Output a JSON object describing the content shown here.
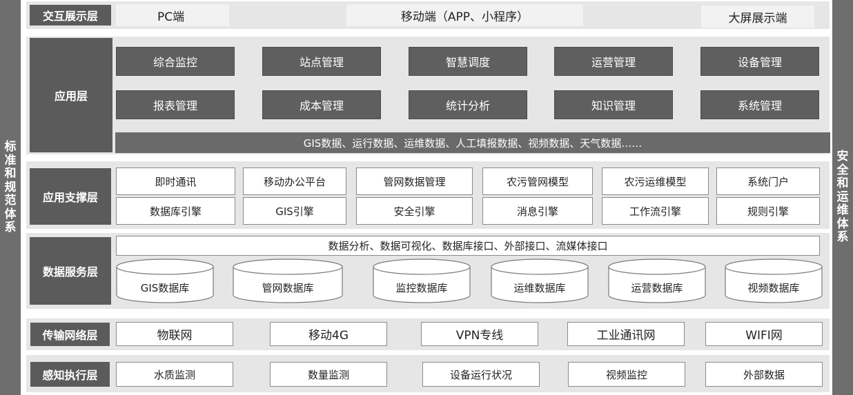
{
  "left_side": {
    "label": "标准和规范体系"
  },
  "right_side": {
    "label": "安全和运维体系"
  },
  "interaction_layer": {
    "label": "交互展示层",
    "items": [
      "PC端",
      "移动端（APP、小程序）",
      "大屏展示端"
    ]
  },
  "application_layer": {
    "label": "应用层",
    "modules_row1": [
      "综合监控",
      "站点管理",
      "智慧调度",
      "运营管理",
      "设备管理"
    ],
    "modules_row2": [
      "报表管理",
      "成本管理",
      "统计分析",
      "知识管理",
      "系统管理"
    ],
    "data_strip": "GIS数据、运行数据、运维数据、人工填报数据、视频数据、天气数据……"
  },
  "support_layer": {
    "label": "应用支撑层",
    "row1": [
      "即时通讯",
      "移动办公平台",
      "管网数据管理",
      "农污管网模型",
      "农污运维模型",
      "系统门户"
    ],
    "row2": [
      "数据库引擎",
      "GIS引擎",
      "安全引擎",
      "消息引擎",
      "工作流引擎",
      "规则引擎"
    ]
  },
  "data_service_layer": {
    "label": "数据服务层",
    "interfaces": "数据分析、数据可视化、数据库接口、外部接口、流媒体接口",
    "databases": [
      "GIS数据库",
      "管网数据库",
      "监控数据库",
      "运维数据库",
      "运营数据库",
      "视频数据库"
    ]
  },
  "network_layer": {
    "label": "传输网络层",
    "items": [
      "物联网",
      "移动4G",
      "VPN专线",
      "工业通讯网",
      "WIFI网"
    ]
  },
  "perception_layer": {
    "label": "感知执行层",
    "items": [
      "水质监测",
      "数量监测",
      "设备运行状况",
      "视频监控",
      "外部数据"
    ]
  }
}
